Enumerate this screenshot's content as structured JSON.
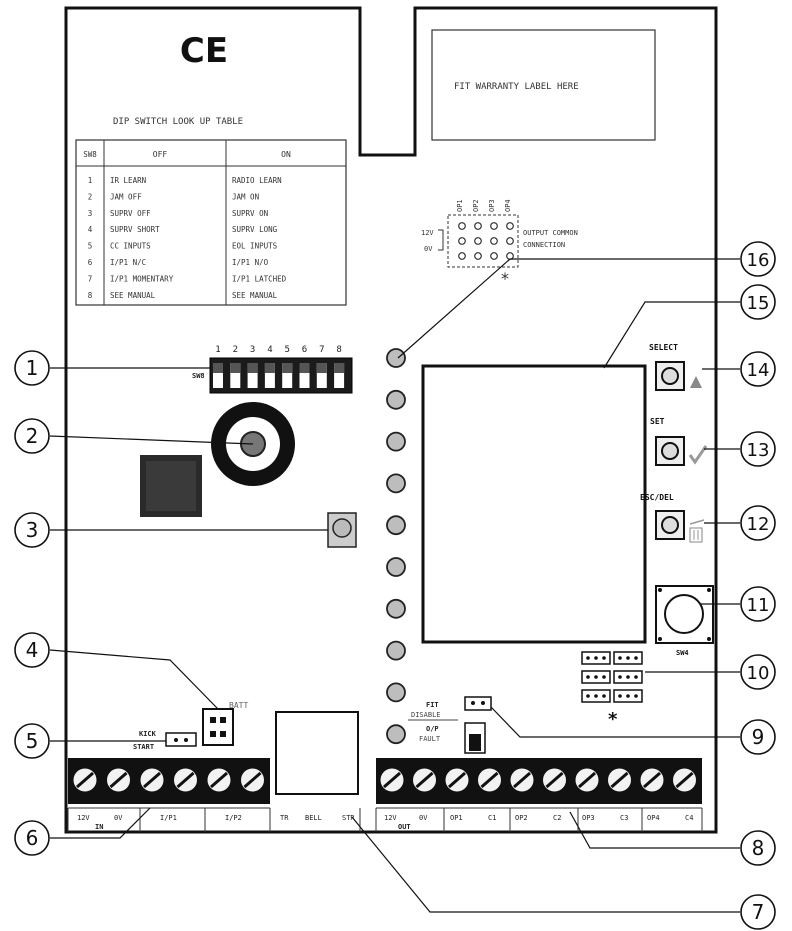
{
  "ce_mark": "CE",
  "warranty_label": "FIT WARRANTY LABEL HERE",
  "dip_table": {
    "title": "DIP SWITCH LOOK UP TABLE",
    "headers": [
      "SW8",
      "OFF",
      "ON"
    ],
    "rows": [
      [
        "1",
        "IR LEARN",
        "RADIO LEARN"
      ],
      [
        "2",
        "JAM OFF",
        "JAM ON"
      ],
      [
        "3",
        "SUPRV OFF",
        "SUPRV ON"
      ],
      [
        "4",
        "SUPRV SHORT",
        "SUPRV LONG"
      ],
      [
        "5",
        "CC INPUTS",
        "EOL INPUTS"
      ],
      [
        "6",
        "I/P1 N/C",
        "I/P1 N/O"
      ],
      [
        "7",
        "I/P1 MOMENTARY",
        "I/P1 LATCHED"
      ],
      [
        "8",
        "SEE MANUAL",
        "SEE MANUAL"
      ]
    ]
  },
  "dip_switch": {
    "label": "SW8",
    "numbers": [
      "1",
      "2",
      "3",
      "4",
      "5",
      "6",
      "7",
      "8"
    ]
  },
  "output_common": {
    "columns": [
      "OP1",
      "OP2",
      "OP3",
      "OP4"
    ],
    "rows": [
      "12V",
      "0V"
    ],
    "label_line1": "OUTPUT COMMON",
    "label_line2": "CONNECTION",
    "asterisk": "*"
  },
  "buttons": {
    "select": "SELECT",
    "set": "SET",
    "esc_del": "ESC/DEL",
    "sw_label": "SW4"
  },
  "labels": {
    "batt": "BATT",
    "kick_start_1": "KICK",
    "kick_start_2": "START",
    "fit_1": "FIT",
    "fit_2": "DISABLE",
    "fit_3": "O/P",
    "fit_4": "FAULT",
    "asterisk2": "*"
  },
  "terminals_left": {
    "labels": [
      "12V",
      "0V",
      "I/P1",
      "I/P2"
    ],
    "sub_label": "IN"
  },
  "terminals_mid": {
    "labels": [
      "TR",
      "BELL",
      "STR"
    ]
  },
  "terminals_right": {
    "labels": [
      "12V",
      "0V",
      "OP1",
      "C1",
      "OP2",
      "C2",
      "OP3",
      "C3",
      "OP4",
      "C4"
    ],
    "sub_label": "OUT"
  },
  "callouts": [
    "1",
    "2",
    "3",
    "4",
    "5",
    "6",
    "7",
    "8",
    "9",
    "10",
    "11",
    "12",
    "13",
    "14",
    "15",
    "16"
  ]
}
